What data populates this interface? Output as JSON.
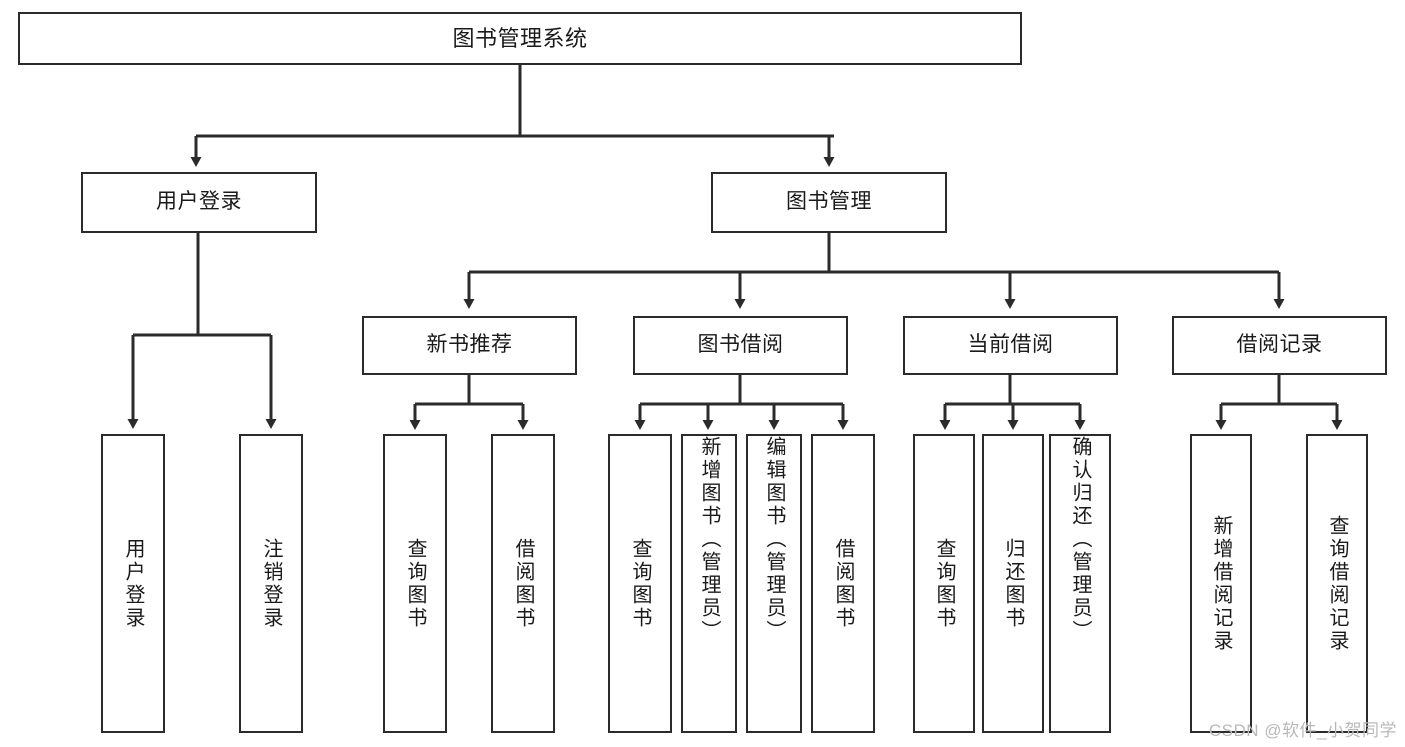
{
  "diagram": {
    "type": "tree",
    "title_node": {
      "id": "root",
      "label": "图书管理系统"
    },
    "level2": [
      {
        "id": "user-login",
        "label": "用户登录"
      },
      {
        "id": "book-manage",
        "label": "图书管理"
      }
    ],
    "level3": [
      {
        "id": "new-book-rec",
        "label": "新书推荐"
      },
      {
        "id": "book-borrow",
        "label": "图书借阅"
      },
      {
        "id": "current-borrow",
        "label": "当前借阅"
      },
      {
        "id": "borrow-record",
        "label": "借阅记录"
      }
    ],
    "leaves": {
      "user_login": [
        {
          "id": "leaf-user-login",
          "label": "用户登录"
        },
        {
          "id": "leaf-logout",
          "label": "注销登录"
        }
      ],
      "new_book_rec": [
        {
          "id": "leaf-query-book-1",
          "label": "查询图书"
        },
        {
          "id": "leaf-borrow-book-1",
          "label": "借阅图书"
        }
      ],
      "book_borrow": [
        {
          "id": "leaf-query-book-2",
          "label": "查询图书"
        },
        {
          "id": "leaf-add-book",
          "label": "新增图书（管理员）"
        },
        {
          "id": "leaf-edit-book",
          "label": "编辑图书（管理员）"
        },
        {
          "id": "leaf-borrow-book-2",
          "label": "借阅图书"
        }
      ],
      "current_borrow": [
        {
          "id": "leaf-query-book-3",
          "label": "查询图书"
        },
        {
          "id": "leaf-return-book",
          "label": "归还图书"
        },
        {
          "id": "leaf-confirm-return",
          "label": "确认归还（管理员）"
        }
      ],
      "borrow_record": [
        {
          "id": "leaf-add-record",
          "label": "新增借阅记录"
        },
        {
          "id": "leaf-query-record",
          "label": "查询借阅记录"
        }
      ]
    },
    "colors": {
      "border": "#2b2b2b",
      "background": "#ffffff",
      "text": "#1a1a1a",
      "connector": "#2b2b2b",
      "watermark": "#b9b9b9"
    }
  },
  "watermark": {
    "text": "CSDN @软件_小贺同学"
  }
}
